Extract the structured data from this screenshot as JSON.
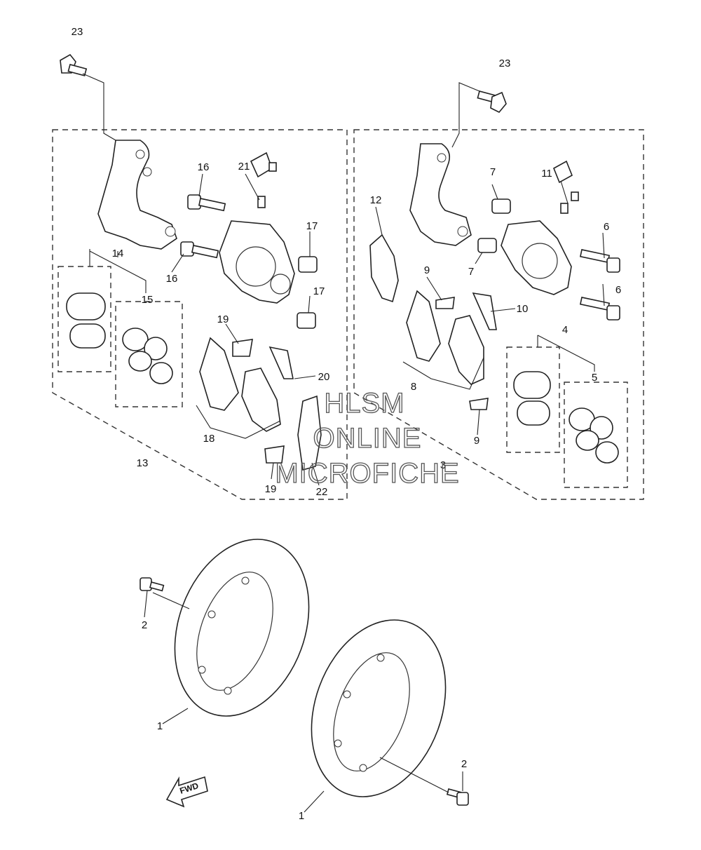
{
  "callouts": {
    "c23a": "23",
    "c23b": "23",
    "c16a": "16",
    "c16b": "16",
    "c21": "21",
    "c17a": "17",
    "c17b": "17",
    "c14": "14",
    "c15": "15",
    "c13": "13",
    "c19a": "19",
    "c19b": "19",
    "c18": "18",
    "c20": "20",
    "c22": "22",
    "c12": "12",
    "c7a": "7",
    "c7b": "7",
    "c11": "11",
    "c6a": "6",
    "c6b": "6",
    "c9a": "9",
    "c9b": "9",
    "c10": "10",
    "c8": "8",
    "c3": "3",
    "c4": "4",
    "c5": "5",
    "c2a": "2",
    "c2b": "2",
    "c1a": "1",
    "c1b": "1"
  },
  "watermark": {
    "line1": "HLSM",
    "line2": "ONLINE",
    "line3": "MICROFICHE"
  },
  "fwd_label": "FWD"
}
